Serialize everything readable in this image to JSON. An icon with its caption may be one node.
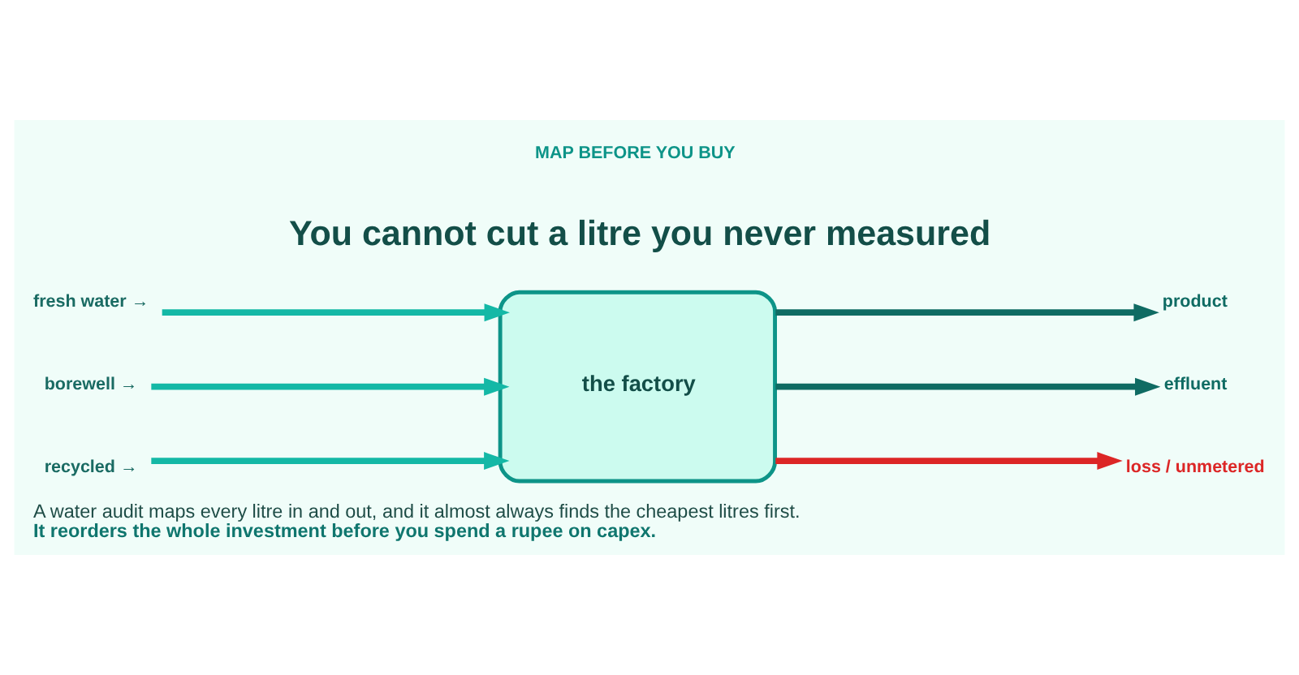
{
  "diagram": {
    "title": "You cannot cut a litre you never measured",
    "caption": "A water audit maps every litre in and out, and it almost always finds the cheapest litres first. **It reorders the whole investment before you spend a rupee on capex.**",
    "nodes": [
      {
        "text": [
          "fresh water →"
        ]
      },
      {
        "text": [
          "borewell →"
        ]
      },
      {
        "text": [
          "recycled →"
        ]
      },
      {
        "text": [
          "the factory"
        ]
      },
      {
        "text": [
          "product"
        ]
      },
      {
        "text": [
          "effluent"
        ]
      },
      {
        "text": [
          "loss / unmetered"
        ]
      }
    ],
    "edges": [
      {
        "from": 0,
        "to": 3,
        "arrow": "to"
      },
      {
        "from": 1,
        "to": 3,
        "arrow": "to"
      },
      {
        "from": 2,
        "to": 3,
        "arrow": "to"
      },
      {
        "from": 3,
        "to": 4,
        "arrow": "to",
        "color": "#0f6b63"
      },
      {
        "from": 3,
        "to": 5,
        "arrow": "to",
        "color": "#0f6b63"
      },
      {
        "from": 3,
        "to": 6,
        "arrow": "to",
        "color": "#dc2626"
      }
    ],
    "labels": [
      "MAP BEFORE YOU BUY"
    ]
  }
}
